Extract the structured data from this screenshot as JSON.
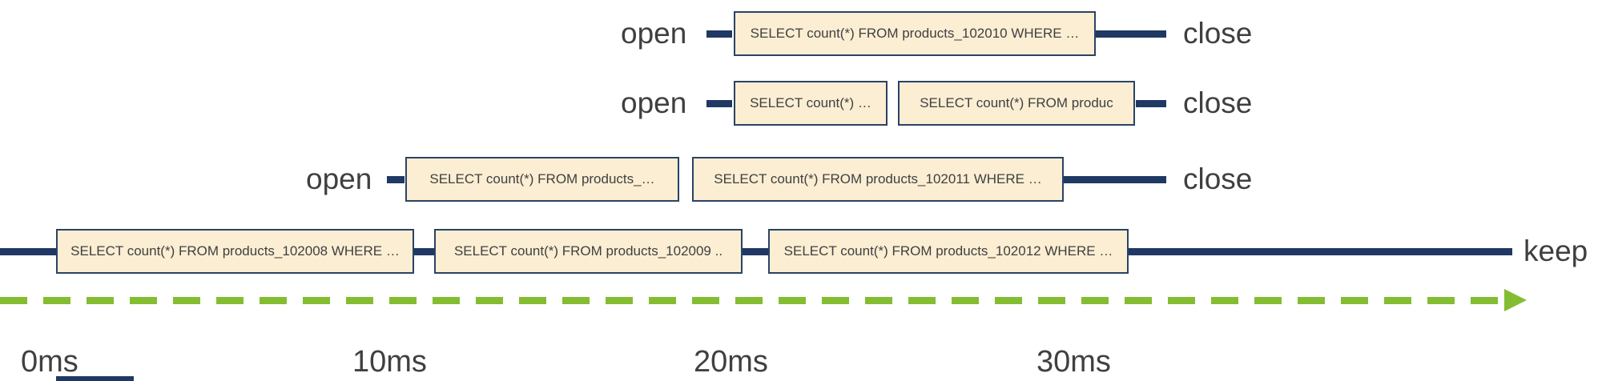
{
  "diagram": {
    "description": "Connection open/close timeline with SQL queries per connection",
    "lanes": [
      {
        "open_label": "open",
        "close_label": "close",
        "queries": [
          "SELECT count(*) FROM products_102010 WHERE …"
        ]
      },
      {
        "open_label": "open",
        "close_label": "close",
        "queries": [
          "SELECT count(*) …",
          "SELECT count(*) FROM  produc"
        ]
      },
      {
        "open_label": "open",
        "close_label": "close",
        "queries": [
          "SELECT count(*) FROM products_…",
          "SELECT count(*) FROM products_102011 WHERE …"
        ]
      },
      {
        "keep_label": "keep",
        "queries": [
          "SELECT count(*) FROM products_102008 WHERE …",
          "SELECT count(*) FROM products_102009 ..",
          "SELECT count(*) FROM products_102012 WHERE …"
        ]
      }
    ],
    "axis": {
      "tick_labels": [
        "0ms",
        "10ms",
        "20ms",
        "30ms"
      ]
    },
    "colors": {
      "connection_line": "#1f3864",
      "box_fill": "#fbeed3",
      "box_border": "#2a4365",
      "axis_arrow": "#84bd32"
    }
  }
}
